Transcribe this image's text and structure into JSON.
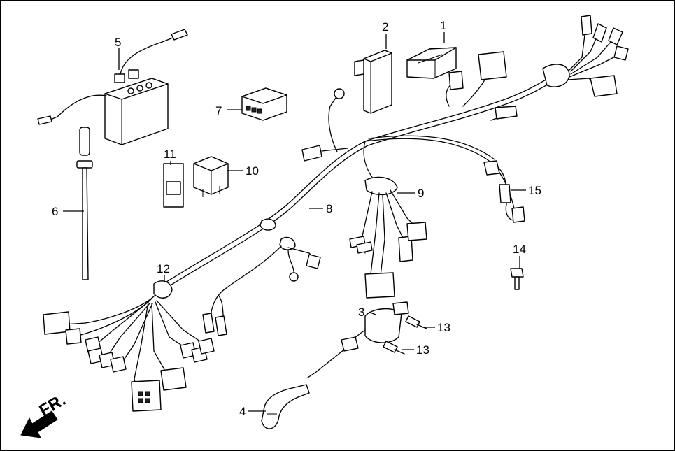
{
  "diagram": {
    "callouts": [
      {
        "id": "1",
        "text": "1"
      },
      {
        "id": "2",
        "text": "2"
      },
      {
        "id": "3",
        "text": "3"
      },
      {
        "id": "4",
        "text": "4"
      },
      {
        "id": "5",
        "text": "5"
      },
      {
        "id": "6",
        "text": "6"
      },
      {
        "id": "7",
        "text": "7"
      },
      {
        "id": "8",
        "text": "8"
      },
      {
        "id": "9",
        "text": "9"
      },
      {
        "id": "10",
        "text": "10"
      },
      {
        "id": "11",
        "text": "11"
      },
      {
        "id": "12",
        "text": "12"
      },
      {
        "id": "13a",
        "text": "13"
      },
      {
        "id": "13b",
        "text": "13"
      },
      {
        "id": "14",
        "text": "14"
      },
      {
        "id": "15",
        "text": "15"
      }
    ],
    "direction_marker": "FR.",
    "colors": {
      "line": "#000000",
      "background": "#ffffff",
      "fill": "#ffffff"
    }
  }
}
